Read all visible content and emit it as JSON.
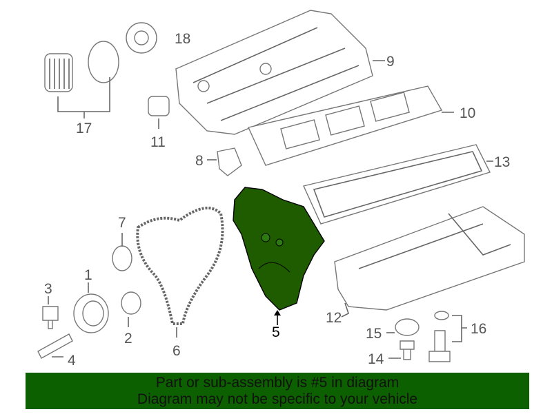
{
  "callouts": {
    "c1": "1",
    "c2": "2",
    "c3": "3",
    "c4": "4",
    "c5": "5",
    "c6": "6",
    "c7": "7",
    "c8": "8",
    "c9": "9",
    "c10": "10",
    "c11": "11",
    "c12": "12",
    "c13": "13",
    "c14": "14",
    "c15": "15",
    "c16": "16",
    "c17": "17",
    "c18": "18"
  },
  "highlight_color": "#1f5c00",
  "banner": {
    "line1": "Part or sub-assembly is #5 in diagram",
    "line2": "Diagram may not be specific to your vehicle",
    "color": "#0d6000"
  }
}
